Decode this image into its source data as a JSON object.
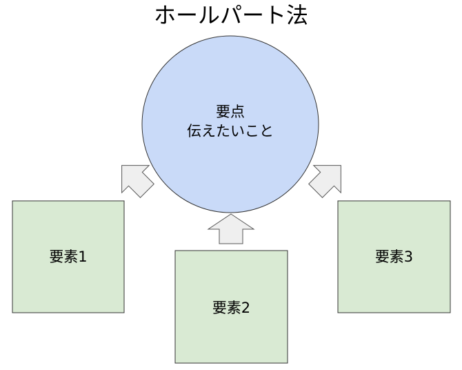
{
  "title": "ホールパート法",
  "center": {
    "line1": "要点",
    "line2": "伝えたいこと"
  },
  "elements": [
    {
      "label": "要素1"
    },
    {
      "label": "要素2"
    },
    {
      "label": "要素3"
    }
  ],
  "colors": {
    "circle_fill": "#c9daf8",
    "box_fill": "#d9ead3",
    "arrow_fill": "#efefef",
    "stroke": "#333333"
  }
}
